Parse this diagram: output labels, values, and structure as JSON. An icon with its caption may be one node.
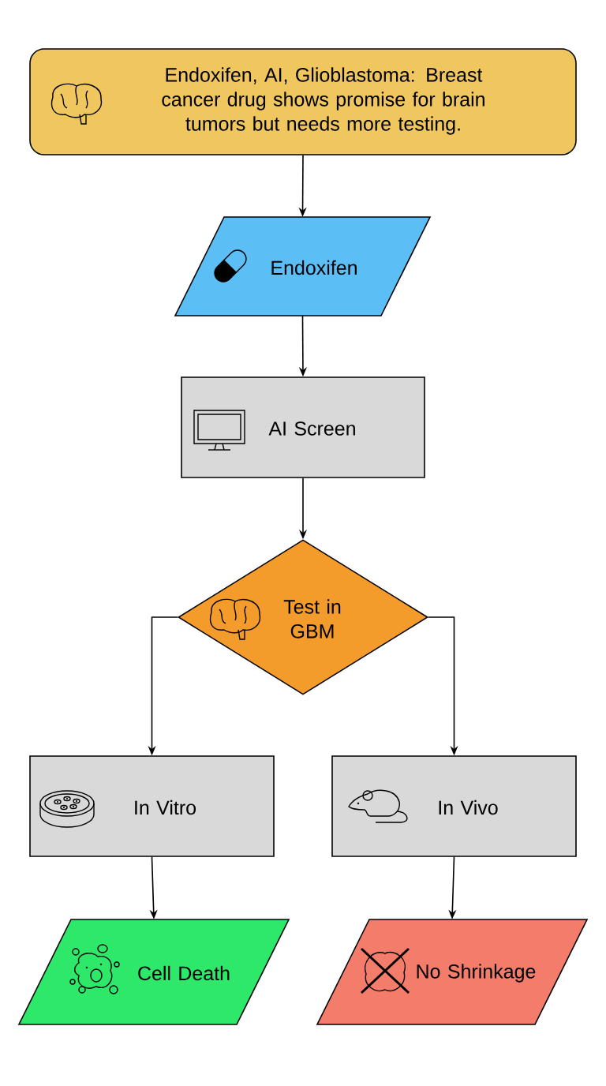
{
  "diagram": {
    "nodes": [
      {
        "text": [
          "Endoxifen, AI, Glioblastoma: Breast cancer drug shows promise for brain tumors but needs more testing."
        ]
      },
      {
        "text": [
          "Endoxifen"
        ]
      },
      {
        "text": [
          "AI Screen"
        ]
      },
      {
        "text": [
          "Test in GBM"
        ]
      },
      {
        "text": [
          "In Vitro"
        ]
      },
      {
        "text": [
          "In Vivo"
        ]
      },
      {
        "text": [
          "Cell Death"
        ]
      },
      {
        "text": [
          "No Shrinkage"
        ]
      }
    ],
    "edges": [
      {
        "from": 0,
        "to": 1,
        "arrow": "to"
      },
      {
        "from": 1,
        "to": 2,
        "arrow": "to"
      },
      {
        "from": 2,
        "to": 3,
        "arrow": "to"
      },
      {
        "from": 3,
        "to": 4,
        "arrow": "to"
      },
      {
        "from": 3,
        "to": 5,
        "arrow": "to"
      },
      {
        "from": 4,
        "to": 6,
        "arrow": "to"
      },
      {
        "from": 5,
        "to": 7,
        "arrow": "to"
      }
    ]
  }
}
